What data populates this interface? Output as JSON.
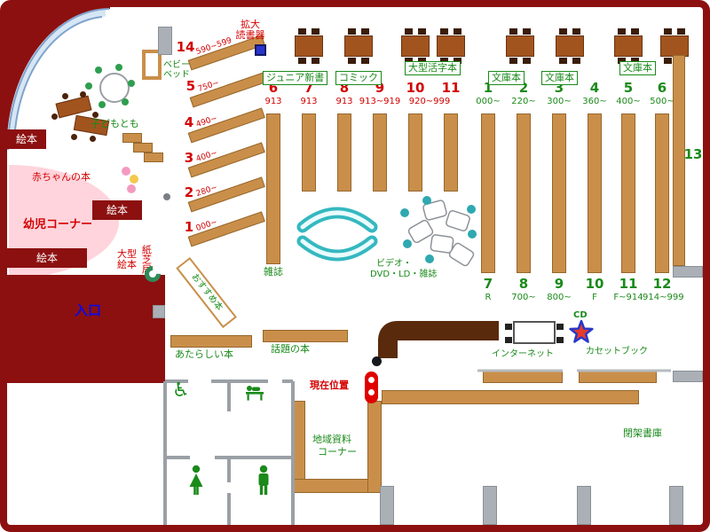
{
  "colors": {
    "wall": "#8c1010",
    "shelf": "#c98f4a",
    "green": "#1a8a1a",
    "red": "#d40000",
    "entrance_blue": "#0a0ae6",
    "bench_teal": "#35b8c0",
    "kids_pink": "#ffd4dc"
  },
  "kids": {
    "ehon_wall": "絵本",
    "ehon_mid": "絵本",
    "ehon_low": "絵本",
    "baby_books": "赤ちゃんの本",
    "toddler_corner": "幼児コーナー",
    "kodomo_tomo": "子どもとも",
    "baby_bed_1": "ベビー",
    "baby_bed_2": "ベッド",
    "large_ehon_1": "大型",
    "large_ehon_2": "絵本",
    "kamishibai": "紙芝居"
  },
  "entrance": {
    "label": "入口"
  },
  "reader": {
    "line1": "拡大",
    "line2": "読書器"
  },
  "genres": [
    "ジュニア新書",
    "コミック",
    "大型活字本",
    "文庫本",
    "文庫本",
    "文庫本"
  ],
  "diag_shelves": [
    {
      "num": "14",
      "range": "590~599"
    },
    {
      "num": "5",
      "range": "750~"
    },
    {
      "num": "4",
      "range": "490~"
    },
    {
      "num": "3",
      "range": "400~"
    },
    {
      "num": "2",
      "range": "280~"
    },
    {
      "num": "1",
      "range": "000~"
    }
  ],
  "front_shelves": {
    "recommended": "おすすめ本",
    "new_books": "あたらしい本",
    "topic_books": "話題の本"
  },
  "stacks": {
    "red_nums": [
      "6",
      "7",
      "8",
      "9",
      "10",
      "11"
    ],
    "red_subs": [
      "913",
      "913",
      "913",
      "913~919",
      "920~999"
    ],
    "green_top_nums": [
      "1",
      "2",
      "3",
      "4",
      "5",
      "6"
    ],
    "green_top_subs": [
      "000~",
      "220~",
      "300~",
      "360~",
      "400~",
      "500~"
    ],
    "green_bottom_nums": [
      "7",
      "8",
      "9",
      "10",
      "11",
      "12"
    ],
    "green_bottom_subs": [
      "R",
      "700~",
      "800~",
      "F",
      "F~914",
      "914~999"
    ],
    "magazines": "雑誌",
    "shelf13": "13",
    "video_line1": "ビデオ・",
    "video_line2": "DVD・LD・雑誌"
  },
  "services": {
    "current_position": "現在位置",
    "internet": "インターネット",
    "cd": "CD",
    "cassette": "カセットブック",
    "local_1": "地域資料",
    "local_2": "コーナー",
    "closed_stacks": "閉架書庫"
  },
  "icons": {
    "wheelchair": "♿",
    "cd_star": "star-shape",
    "baby_changing": "baby-on-table",
    "womens": "woman-figure",
    "mens": "man-figure"
  }
}
